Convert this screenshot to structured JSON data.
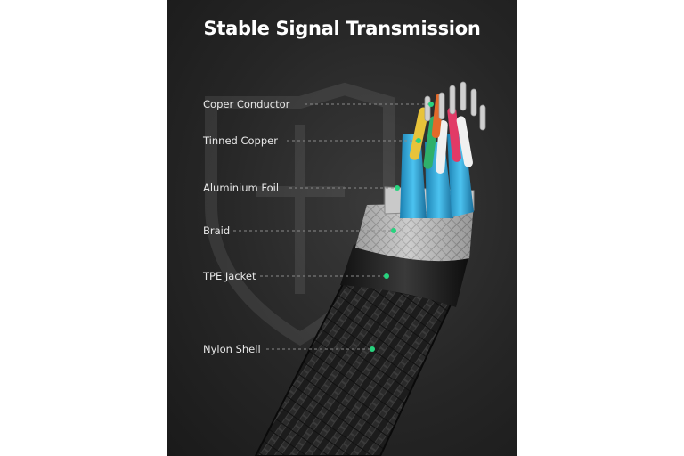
{
  "title": "Stable Signal Transmission",
  "callouts": [
    {
      "name": "copper-conductor",
      "label": "Coper Conductor"
    },
    {
      "name": "tinned-copper",
      "label": "Tinned Copper"
    },
    {
      "name": "aluminium-foil",
      "label": "Aluminium Foil"
    },
    {
      "name": "braid",
      "label": "Braid"
    },
    {
      "name": "tpe-jacket",
      "label": "TPE Jacket"
    },
    {
      "name": "nylon-shell",
      "label": "Nylon Shell"
    }
  ],
  "colors": {
    "panel_background": "#262626",
    "accent_dot": "#27d37e",
    "label_text": "#e8e8e8"
  }
}
